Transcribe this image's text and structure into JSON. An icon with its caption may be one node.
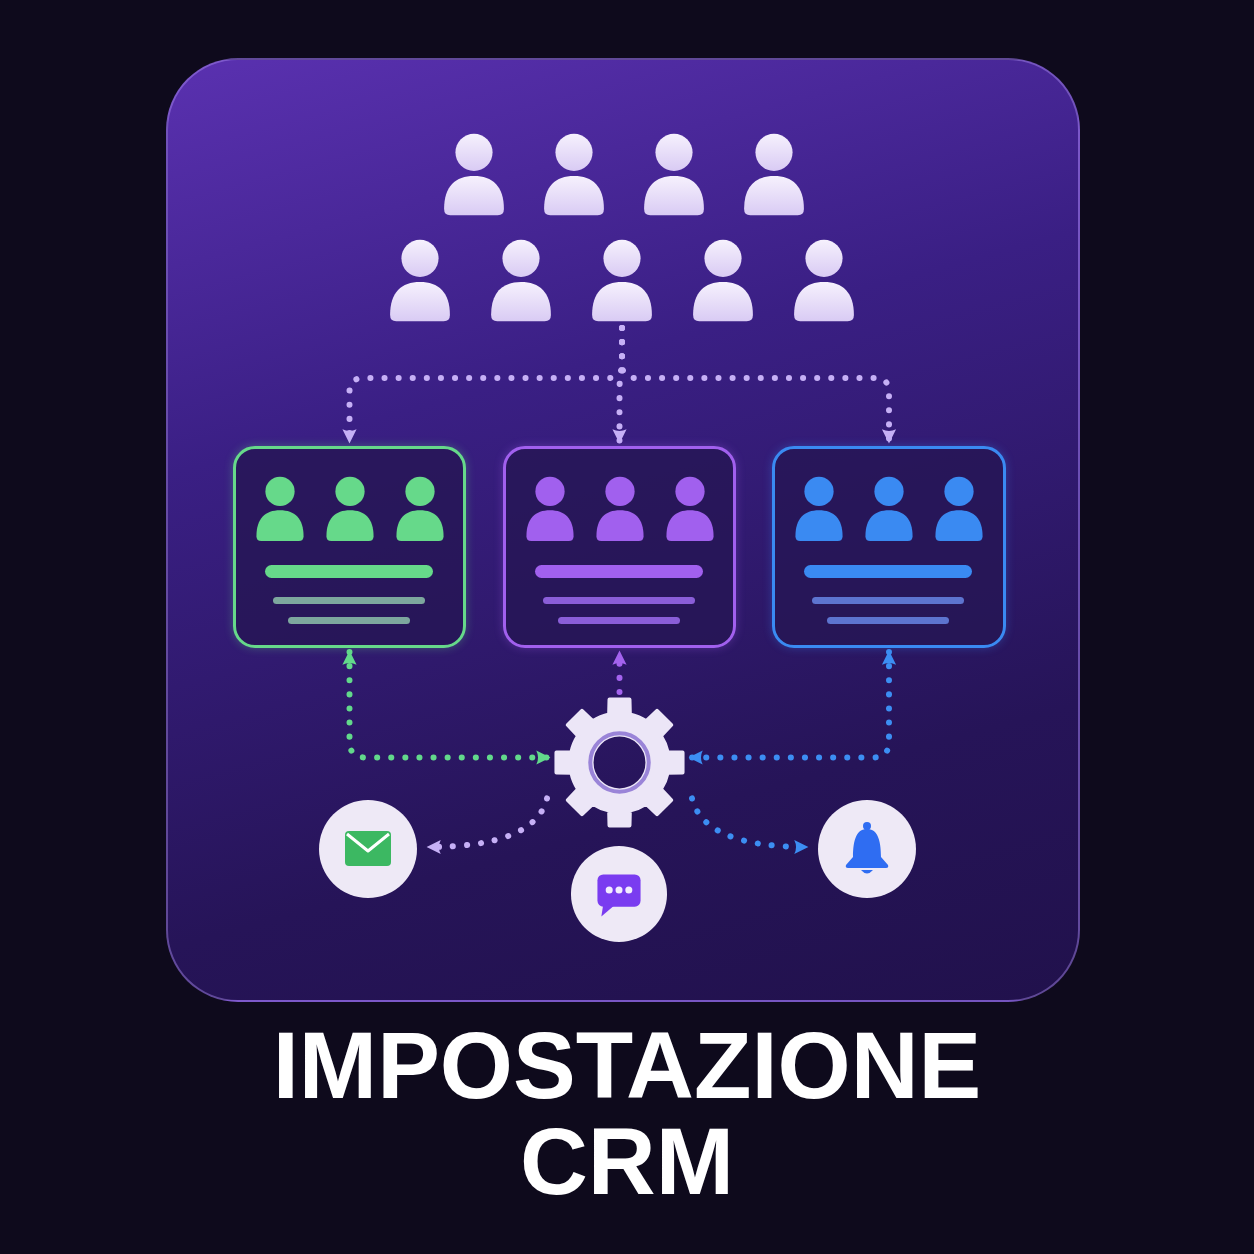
{
  "diagram": {
    "title": "IMPOSTAZIONE CRM",
    "nodes": [
      {
        "text": [],
        "shape": "person"
      },
      {
        "text": [],
        "shape": "box"
      },
      {
        "text": [],
        "shape": "box"
      },
      {
        "text": [],
        "shape": "box"
      },
      {
        "text": [],
        "shape": "picture"
      },
      {
        "text": [],
        "shape": "circle"
      },
      {
        "text": [],
        "shape": "circle"
      },
      {
        "text": [],
        "shape": "circle"
      }
    ],
    "edges": [
      {
        "from": 0,
        "to": 1,
        "arrow": "to",
        "style": "dashed"
      },
      {
        "from": 0,
        "to": 2,
        "arrow": "to",
        "style": "dashed"
      },
      {
        "from": 0,
        "to": 3,
        "arrow": "to",
        "style": "dashed"
      },
      {
        "from": 1,
        "to": 4,
        "arrow": "both",
        "style": "dashed",
        "color": "#62d98b"
      },
      {
        "from": 4,
        "to": 2,
        "arrow": "to",
        "style": "dashed",
        "color": "#a463ee"
      },
      {
        "from": 3,
        "to": 4,
        "arrow": "both",
        "style": "dashed",
        "color": "#3c8ef3"
      },
      {
        "from": 4,
        "to": 5,
        "arrow": "to",
        "style": "dashed"
      },
      {
        "from": 4,
        "to": 7,
        "arrow": "to",
        "style": "dashed",
        "color": "#3c8ef3"
      }
    ]
  }
}
